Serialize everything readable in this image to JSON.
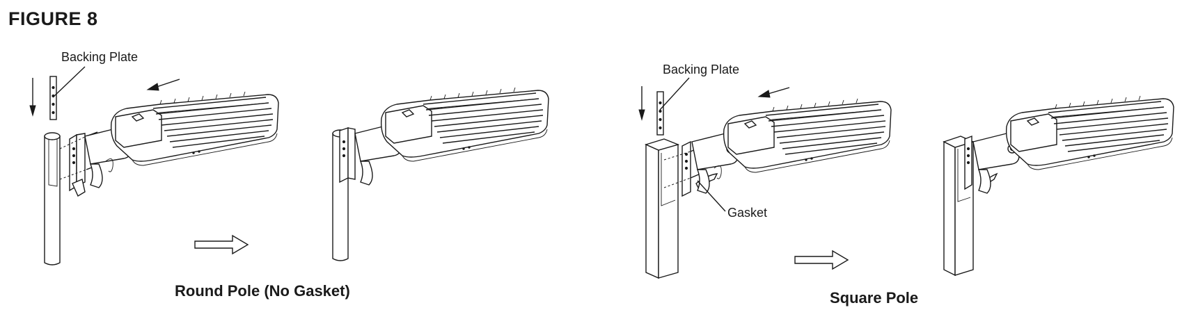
{
  "figure": {
    "title": "FIGURE 8",
    "callouts": {
      "backing_plate_round": "Backing Plate",
      "backing_plate_square": "Backing Plate",
      "gasket": "Gasket"
    },
    "captions": {
      "round": "Round Pole (No Gasket)",
      "square": "Square Pole"
    }
  },
  "icons": {
    "down_arrow": "down-arrow-icon",
    "left_arrow": "left-arrow-icon",
    "right_arrow": "right-arrow-icon"
  }
}
